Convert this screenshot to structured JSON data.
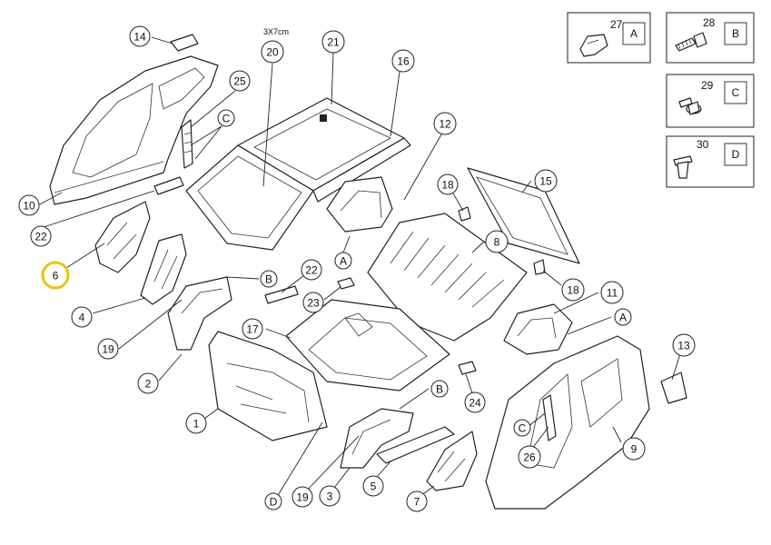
{
  "diagram": {
    "spec_note": "3X7cm",
    "callouts": [
      {
        "id": "c14",
        "label": "14"
      },
      {
        "id": "c20",
        "label": "20"
      },
      {
        "id": "c21",
        "label": "21"
      },
      {
        "id": "c16",
        "label": "16"
      },
      {
        "id": "c25",
        "label": "25"
      },
      {
        "id": "cC1",
        "label": "C"
      },
      {
        "id": "c12",
        "label": "12"
      },
      {
        "id": "c10",
        "label": "10"
      },
      {
        "id": "c22a",
        "label": "22"
      },
      {
        "id": "c6",
        "label": "6"
      },
      {
        "id": "c18a",
        "label": "18"
      },
      {
        "id": "c15",
        "label": "15"
      },
      {
        "id": "c8",
        "label": "8"
      },
      {
        "id": "cA1",
        "label": "A"
      },
      {
        "id": "cB1",
        "label": "B"
      },
      {
        "id": "c22b",
        "label": "22"
      },
      {
        "id": "c23",
        "label": "23"
      },
      {
        "id": "c18b",
        "label": "18"
      },
      {
        "id": "c4",
        "label": "4"
      },
      {
        "id": "c11",
        "label": "11"
      },
      {
        "id": "c17",
        "label": "17"
      },
      {
        "id": "cA2",
        "label": "A"
      },
      {
        "id": "c19a",
        "label": "19"
      },
      {
        "id": "c13",
        "label": "13"
      },
      {
        "id": "c2",
        "label": "2"
      },
      {
        "id": "c24",
        "label": "24"
      },
      {
        "id": "cB2",
        "label": "B"
      },
      {
        "id": "c1",
        "label": "1"
      },
      {
        "id": "cC2",
        "label": "C"
      },
      {
        "id": "c9",
        "label": "9"
      },
      {
        "id": "c26",
        "label": "26"
      },
      {
        "id": "c5",
        "label": "5"
      },
      {
        "id": "cD",
        "label": "D"
      },
      {
        "id": "c19b",
        "label": "19"
      },
      {
        "id": "c3",
        "label": "3"
      },
      {
        "id": "c7",
        "label": "7"
      }
    ],
    "highlighted": "c6"
  },
  "legend": [
    {
      "number": "27",
      "letter": "A",
      "icon": "clip-fastener-icon"
    },
    {
      "number": "28",
      "letter": "B",
      "icon": "screw-fastener-icon"
    },
    {
      "number": "29",
      "letter": "C",
      "icon": "push-rivet-icon"
    },
    {
      "number": "30",
      "letter": "D",
      "icon": "plug-fastener-icon"
    }
  ]
}
